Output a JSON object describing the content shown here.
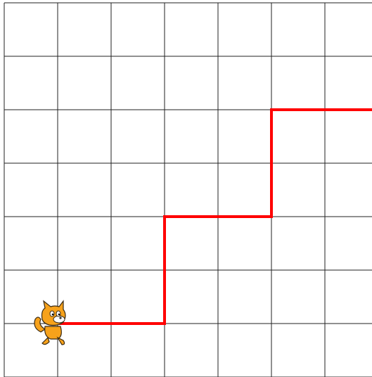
{
  "stage": {
    "grid": {
      "columns": 7,
      "rows": 7,
      "line_color": "#222222"
    },
    "path": {
      "color": "#ff0000",
      "points": [
        [
          1,
          6
        ],
        [
          3,
          6
        ],
        [
          3,
          4
        ],
        [
          5,
          4
        ],
        [
          5,
          2
        ],
        [
          7,
          2
        ]
      ]
    },
    "sprite": {
      "name": "cat",
      "icon": "scratch-cat-icon",
      "color": "#f7a21b",
      "grid_position": [
        1,
        6
      ]
    }
  }
}
